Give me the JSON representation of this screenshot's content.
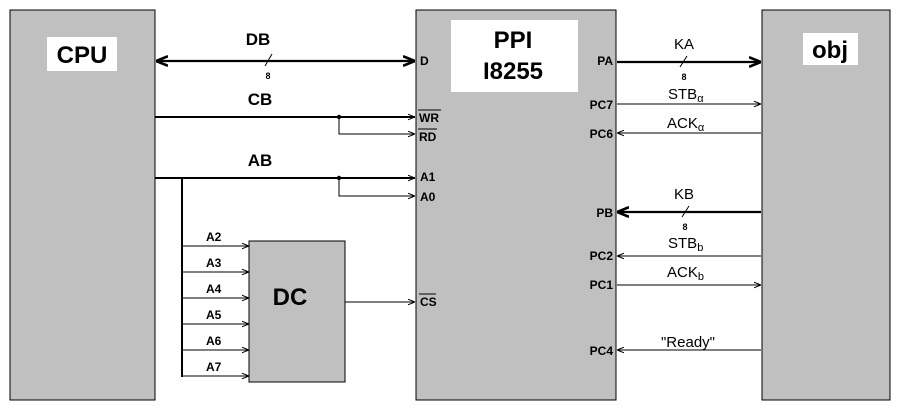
{
  "colors": {
    "block_fill": "#c0c0c0",
    "line": "#000000",
    "label_bg": "#ffffff"
  },
  "blocks": {
    "cpu": "CPU",
    "ppi_line1": "PPI",
    "ppi_line2": "I8255",
    "obj": "obj",
    "dc": "DC"
  },
  "buses": {
    "db": "DB",
    "cb": "CB",
    "ab": "AB",
    "ka": "KA",
    "kb": "KB",
    "width": "8"
  },
  "ppi_left_pins": {
    "d": "D",
    "wr": "WR",
    "rd": "RD",
    "a1": "A1",
    "a0": "A0",
    "cs": "CS"
  },
  "ppi_right_pins": {
    "pa": "PA",
    "pc7": "PC7",
    "pc6": "PC6",
    "pb": "PB",
    "pc2": "PC2",
    "pc1": "PC1",
    "pc4": "PC4"
  },
  "address_lines": [
    "A2",
    "A3",
    "A4",
    "A5",
    "A6",
    "A7"
  ],
  "signals": {
    "stb_a": "STB",
    "stb_a_sub": "α",
    "ack_a": "ACK",
    "ack_a_sub": "α",
    "stb_b": "STB",
    "stb_b_sub": "b",
    "ack_b": "ACK",
    "ack_b_sub": "b",
    "ready": "\"Ready\""
  }
}
